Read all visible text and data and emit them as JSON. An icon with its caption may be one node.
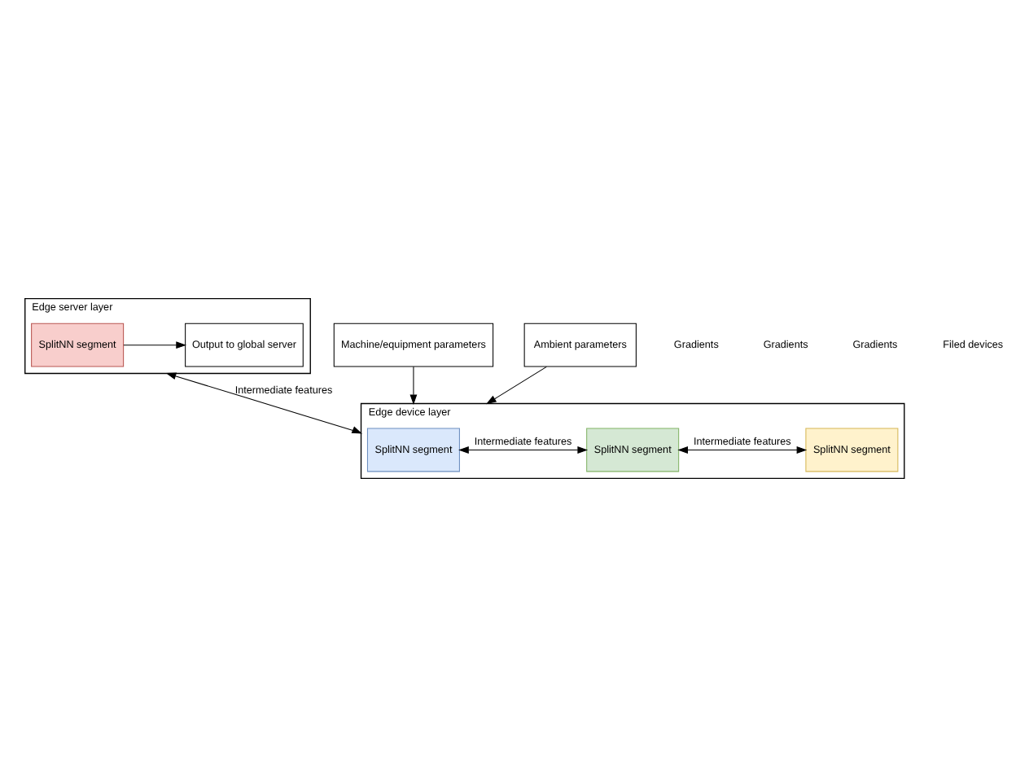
{
  "diagram": {
    "nodes": [
      {
        "text": [
          "Edge server layer"
        ]
      },
      {
        "text": [
          "SplitNN segment"
        ],
        "in": 0
      },
      {
        "text": [
          "Output to global server"
        ],
        "in": 0
      },
      {
        "text": [
          "Edge device layer"
        ]
      },
      {
        "text": [
          "SplitNN segment"
        ],
        "in": 3
      },
      {
        "text": [
          "SplitNN segment"
        ],
        "in": 3
      },
      {
        "text": [
          "SplitNN segment"
        ],
        "in": 3
      },
      {
        "text": [
          "Machine/equipment parameters"
        ]
      },
      {
        "text": [
          "Ambient parameters"
        ]
      }
    ],
    "edges": [
      {
        "from": 1,
        "to": 2,
        "arrow": "to"
      },
      {
        "from": 0,
        "to": 3,
        "arrow": "both",
        "label": "Intermediate features"
      },
      {
        "from": 4,
        "to": 5,
        "arrow": "both",
        "label": "Intermediate features"
      },
      {
        "from": 5,
        "to": 6,
        "arrow": "both",
        "label": "Intermediate features"
      },
      {
        "from": 7,
        "to": 3,
        "arrow": "to"
      },
      {
        "from": 8,
        "to": 3,
        "arrow": "to"
      }
    ],
    "labels": [
      "Gradients",
      "Gradients",
      "Gradients",
      "Filed devices"
    ]
  }
}
